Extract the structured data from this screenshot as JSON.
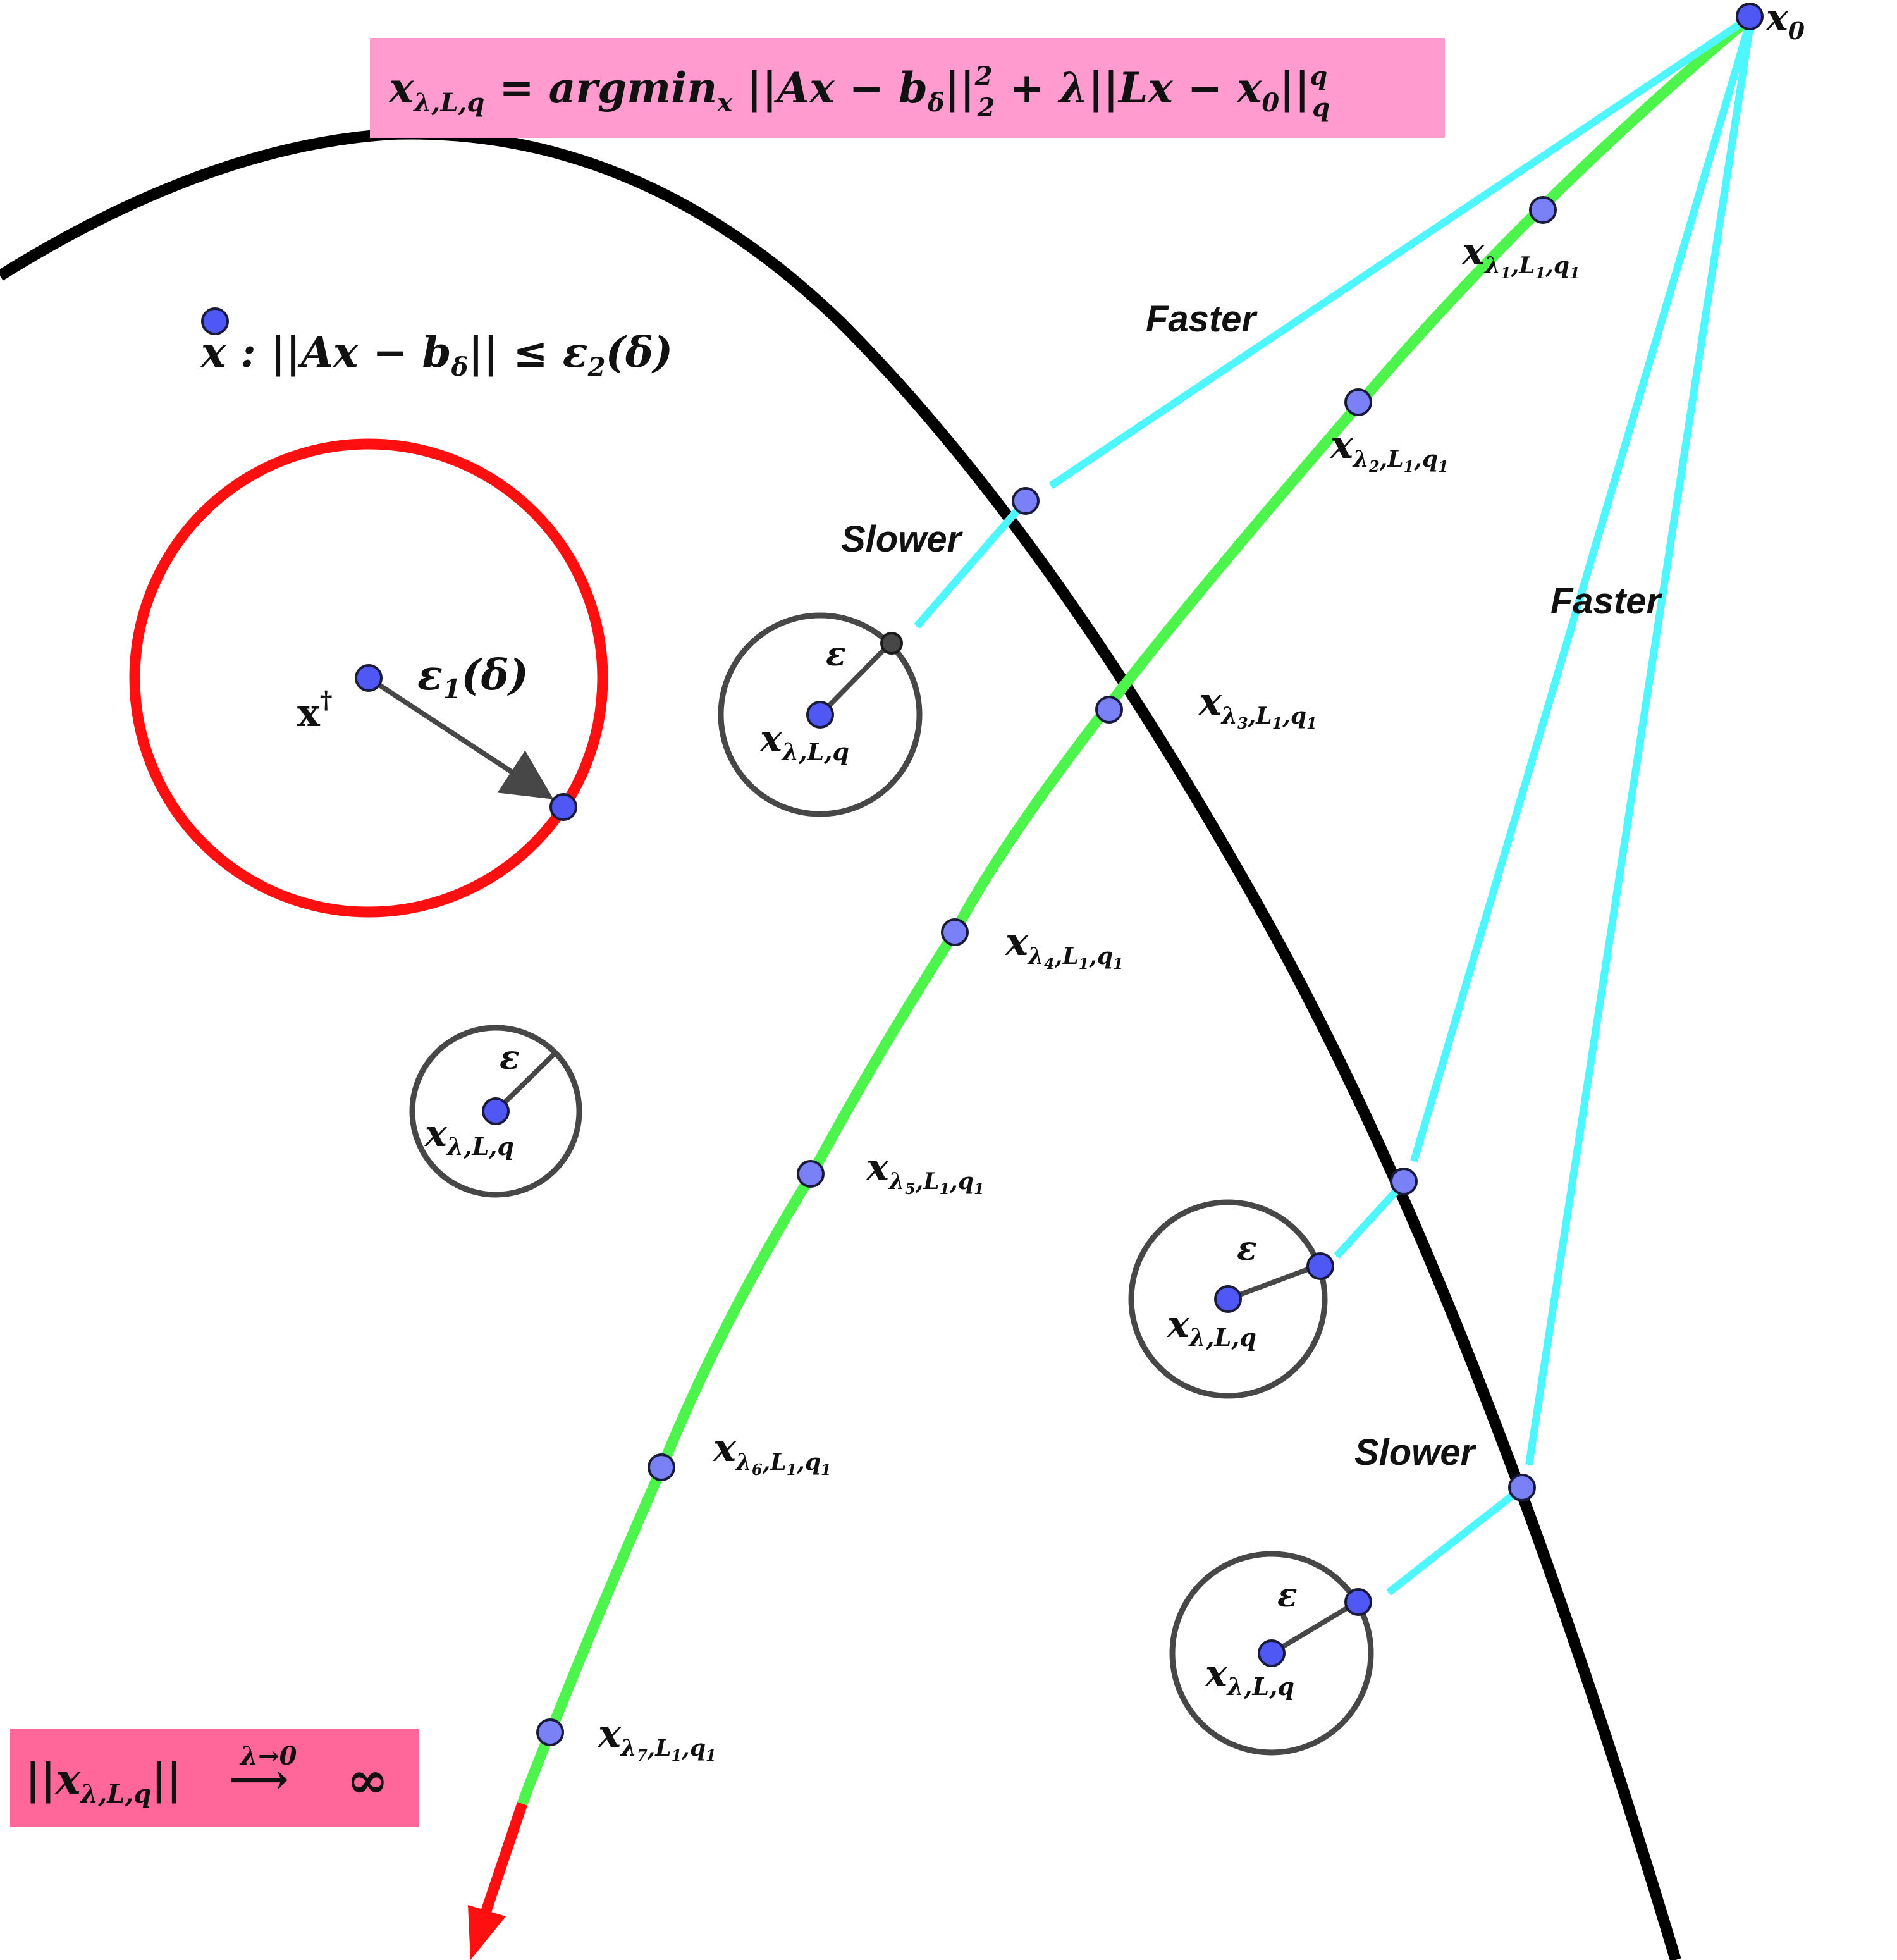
{
  "colors": {
    "boundary": "#000000",
    "path": "#4cf44c",
    "divergent_tail": "#ff0f0f",
    "fast_arrows": "#4ef6ff",
    "truth_circle": "#ff0f0f",
    "eps_circles": "#474747",
    "points": "#6f73f5",
    "point_outline": "#1a1a3a",
    "formula_box": "#ff9bce",
    "limit_box": "#ff6699"
  },
  "formula": {
    "lhs": "x",
    "lhs_sub": "λ,L,q",
    "rest_1": " = argmin",
    "rest_1_sub": "x",
    "rest_2": " ||Ax − b",
    "rest_2_sub": "δ",
    "rest_3": "||",
    "rest_3_sup": "2",
    "rest_3_sub": "2",
    "rest_4": " + λ||Lx − x",
    "rest_4_sub": "0",
    "rest_5": "||",
    "rest_5_sup": "q",
    "rest_5_sub": "q"
  },
  "feasible_set": {
    "text_1": "x",
    "text_2": " : ||Ax − b",
    "text_2_sub": "δ",
    "text_3": "|| ≤ ε",
    "text_3_sub": "2",
    "text_4": "(δ)"
  },
  "truth": {
    "label": "x",
    "label_sup": "†",
    "radius_label": "ε",
    "radius_sub": "1",
    "radius_tail": "(δ)"
  },
  "start_point": {
    "label": "x",
    "label_sub": "0"
  },
  "path_points": [
    {
      "label": "x",
      "sub_1": "λ",
      "sub_1_sub": "1",
      "sub_2": ",L",
      "sub_2_sub": "1",
      "sub_3": ",q",
      "sub_3_sub": "1"
    },
    {
      "label": "x",
      "sub_1": "λ",
      "sub_1_sub": "2",
      "sub_2": ",L",
      "sub_2_sub": "1",
      "sub_3": ",q",
      "sub_3_sub": "1"
    },
    {
      "label": "x",
      "sub_1": "λ",
      "sub_1_sub": "3",
      "sub_2": ",L",
      "sub_2_sub": "1",
      "sub_3": ",q",
      "sub_3_sub": "1"
    },
    {
      "label": "x",
      "sub_1": "λ",
      "sub_1_sub": "4",
      "sub_2": ",L",
      "sub_2_sub": "1",
      "sub_3": ",q",
      "sub_3_sub": "1"
    },
    {
      "label": "x",
      "sub_1": "λ",
      "sub_1_sub": "5",
      "sub_2": ",L",
      "sub_2_sub": "1",
      "sub_3": ",q",
      "sub_3_sub": "1"
    },
    {
      "label": "x",
      "sub_1": "λ",
      "sub_1_sub": "6",
      "sub_2": ",L",
      "sub_2_sub": "1",
      "sub_3": ",q",
      "sub_3_sub": "1"
    },
    {
      "label": "x",
      "sub_1": "λ",
      "sub_1_sub": "7",
      "sub_2": ",L",
      "sub_2_sub": "1",
      "sub_3": ",q",
      "sub_3_sub": "1"
    }
  ],
  "eps_neighborhoods": [
    {
      "eps": "ε",
      "center_label": "x",
      "center_sub": "λ,L,q"
    },
    {
      "eps": "ε",
      "center_label": "x",
      "center_sub": "λ,L,q"
    },
    {
      "eps": "ε",
      "center_label": "x",
      "center_sub": "λ,L,q"
    },
    {
      "eps": "ε",
      "center_label": "x",
      "center_sub": "λ,L,q"
    }
  ],
  "annotations": {
    "faster": "Faster",
    "slower": "Slower"
  },
  "limit": {
    "text_1": "||x",
    "text_1_sub": "λ,L,q",
    "text_2": "||",
    "arrow_over": "λ→0",
    "arrow": "⟶",
    "infinity": "∞"
  }
}
